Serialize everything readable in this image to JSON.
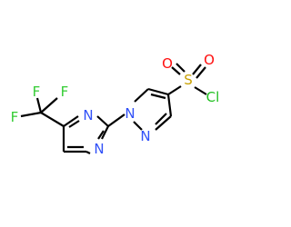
{
  "molecule": {
    "atoms": {
      "F1": "F",
      "F2": "F",
      "F3": "F",
      "N_pyrimidine_1": "N",
      "N_pyrimidine_2": "N",
      "N_pyrazole_1": "N",
      "N_pyrazole_2": "N",
      "S": "S",
      "O1": "O",
      "O2": "O",
      "Cl": "Cl"
    }
  },
  "colors": {
    "bond": "#000000",
    "F": "#33cc33",
    "N": "#3050f8",
    "S": "#c8a000",
    "O": "#ff0d0d",
    "Cl": "#1fbf1f"
  }
}
